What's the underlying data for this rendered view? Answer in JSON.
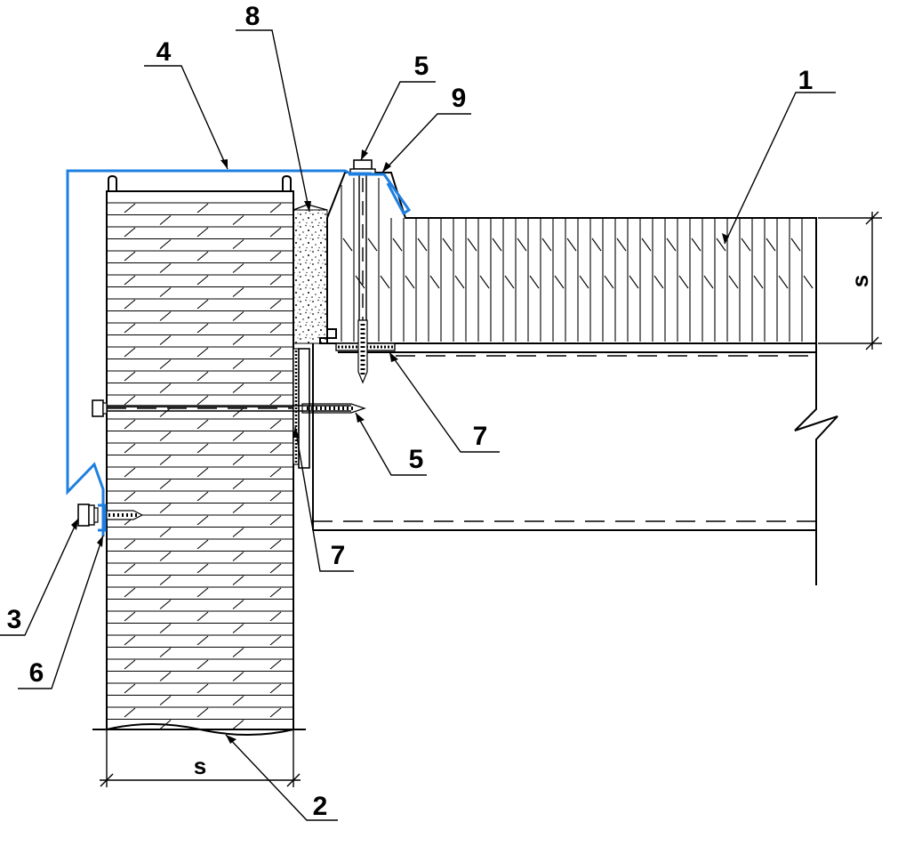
{
  "labels": {
    "l1": "1",
    "l2": "2",
    "l3": "3",
    "l4": "4",
    "l5_top": "5",
    "l5_mid": "5",
    "l6": "6",
    "l7_right": "7",
    "l7_left": "7",
    "l8": "8",
    "l9": "9"
  },
  "dimensions": {
    "roof_thickness": "s",
    "wall_thickness": "s"
  },
  "colors": {
    "flashing": "#1e7fe0",
    "lines": "#000000"
  }
}
